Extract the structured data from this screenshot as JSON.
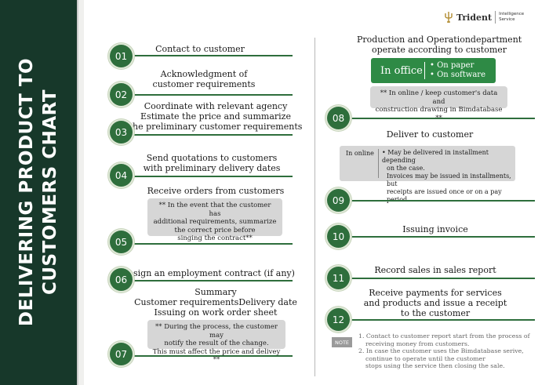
{
  "sidebar": {
    "title_line1": "DELIVERING PRODUCT TO",
    "title_line2": "CUSTOMERS CHART"
  },
  "logo": {
    "name": "Trident",
    "subtitle_line1": "Intelligence",
    "subtitle_line2": "Service"
  },
  "steps": [
    {
      "number": "01",
      "lines": [
        "Contact to customer"
      ]
    },
    {
      "number": "02",
      "lines": [
        "Acknowledgment of",
        "customer requirements"
      ]
    },
    {
      "number": "03",
      "lines": [
        "Coordinate with relevant agency",
        "Estimate the price and summarize",
        "the preliminary customer requirements"
      ]
    },
    {
      "number": "04",
      "lines": [
        "Send quotations to customers",
        "with preliminary delivery dates"
      ]
    },
    {
      "number": "05",
      "lines": [
        "Receive orders from customers"
      ],
      "note": [
        "** In the event that the customer has",
        "additional requirements, summarize",
        "the correct price before",
        "singing the contract**"
      ]
    },
    {
      "number": "06",
      "lines": [
        "sign an employment contract (if any)"
      ]
    },
    {
      "number": "07",
      "lines": [
        "Summary",
        "Customer requirementsDelivery date",
        "Issuing on work order sheet"
      ],
      "note": [
        "** During the process, the customer may",
        "notify the result of the change.",
        "This must affect the price and delivey **"
      ]
    },
    {
      "number": "08",
      "lines": [
        "Production and Operationdepartment",
        "operate according to customer"
      ],
      "note": [
        "** In online / keep customer's data and",
        "construction drawing in Bimdatabase **"
      ]
    },
    {
      "number": "09",
      "lines": [
        "Deliver  to customer"
      ]
    },
    {
      "number": "10",
      "lines": [
        "Issuing invoice"
      ]
    },
    {
      "number": "11",
      "lines": [
        "Record sales in sales report"
      ]
    },
    {
      "number": "12",
      "lines": [
        "Receive payments for  services",
        "and products  and issue a receipt",
        "to  the customer"
      ]
    }
  ],
  "in_office": {
    "label": "In office",
    "items": [
      "On paper",
      "On software"
    ]
  },
  "delivery_box": {
    "label": "In online",
    "lines": [
      "• May be delivered in installment depending",
      "on the case.",
      "Invoices may be issued in installments, but",
      "receipts are issued once or on a pay period."
    ]
  },
  "note": {
    "badge": "NOTE",
    "lines": [
      "1. Contact to customer report start from the process of",
      "receiving money from customers.",
      "2. In case the customer uses the Bimdatabase serive,",
      "continue to operate until the customer",
      "stops using the service then closing the sale."
    ]
  },
  "colors": {
    "sidebar": "#17382a",
    "accent": "#2e6e3c",
    "office_box": "#2e8a45",
    "note_bg": "#d6d6d6"
  }
}
